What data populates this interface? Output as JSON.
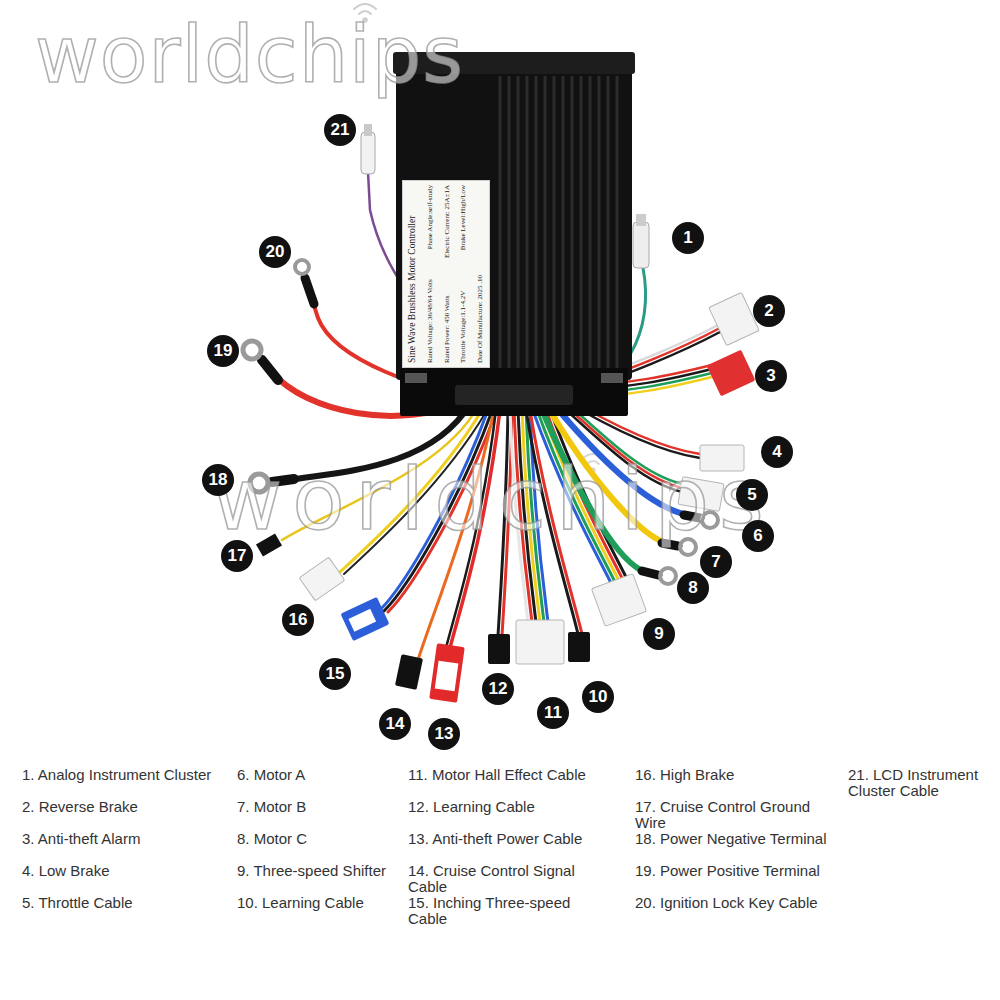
{
  "diagram": {
    "nodes": [
      {
        "text": [
          "Sine Wave Brushless Motor Controller",
          "Rated Voltage: 36/48/64 Volts",
          "Phase Angle:self-study",
          "Rated Power: 450 Watts",
          "Electric Current: 25A±1A",
          "Throttle Voltage:1.1-4.2V",
          "Brake Level:High/Low",
          "Date Of Manufacture: 2025 .10"
        ]
      },
      {
        "text": [
          "1"
        ]
      },
      {
        "text": [
          "2"
        ]
      },
      {
        "text": [
          "3"
        ]
      },
      {
        "text": [
          "4"
        ]
      },
      {
        "text": [
          "5"
        ]
      },
      {
        "text": [
          "6"
        ]
      },
      {
        "text": [
          "7"
        ]
      },
      {
        "text": [
          "8"
        ]
      },
      {
        "text": [
          "9"
        ]
      },
      {
        "text": [
          "10"
        ]
      },
      {
        "text": [
          "11"
        ]
      },
      {
        "text": [
          "12"
        ]
      },
      {
        "text": [
          "13"
        ]
      },
      {
        "text": [
          "14"
        ]
      },
      {
        "text": [
          "15"
        ]
      },
      {
        "text": [
          "16"
        ]
      },
      {
        "text": [
          "17"
        ]
      },
      {
        "text": [
          "18"
        ]
      },
      {
        "text": [
          "19"
        ]
      },
      {
        "text": [
          "20"
        ]
      },
      {
        "text": [
          "21"
        ]
      }
    ],
    "labels": [
      "worldchips",
      "worldchips",
      "1. Analog Instrument Cluster",
      "2. Reverse Brake",
      "3. Anti-theft Alarm",
      "4. Low Brake",
      "5. Throttle Cable",
      "6. Motor A",
      "7. Motor B",
      "8. Motor C",
      "9. Three-speed Shifter",
      "10. Learning Cable",
      "11. Motor Hall Effect Cable",
      "12. Learning Cable",
      "13. Anti-theft Power Cable",
      "14. Cruise Control Signal Cable",
      "15. Inching Three-speed Cable",
      "16. High Brake",
      "17. Cruise Control Ground Wire",
      "18. Power Negative Terminal",
      "19. Power Positive Terminal",
      "20. Ignition Lock Key Cable",
      "21. LCD Instrument Cluster Cable"
    ]
  }
}
